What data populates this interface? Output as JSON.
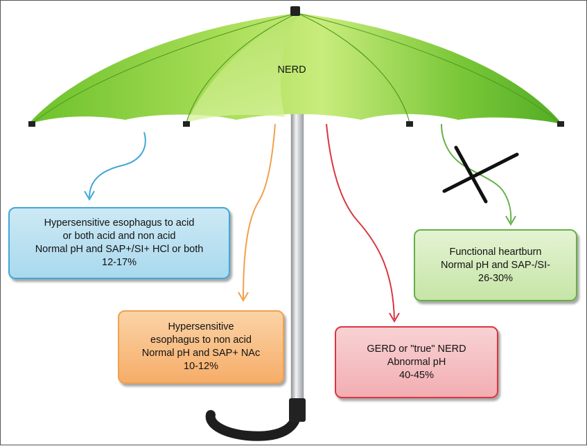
{
  "umbrella": {
    "title": "NERD",
    "canopy_color": "#8fd13a",
    "shaft_color": "#bfc3c7"
  },
  "categories": [
    {
      "id": "blue",
      "color": "#3fa7d6",
      "lines": [
        "Hypersensitive esophagus to acid",
        "or both acid and non acid",
        "Normal pH and SAP+/SI+ HCl or both",
        "12-17%"
      ]
    },
    {
      "id": "orange",
      "color": "#f0a04c",
      "lines": [
        "Hypersensitive",
        "esophagus to non acid",
        "Normal pH and SAP+ NAc",
        "10-12%"
      ]
    },
    {
      "id": "red",
      "color": "#d9363f",
      "lines": [
        "GERD or \"true\" NERD",
        "Abnormal pH",
        "40-45%"
      ]
    },
    {
      "id": "green",
      "color": "#64b045",
      "lines": [
        "Functional heartburn",
        "Normal pH and SAP-/SI-",
        "26-30%"
      ],
      "crossed_out": true
    }
  ]
}
